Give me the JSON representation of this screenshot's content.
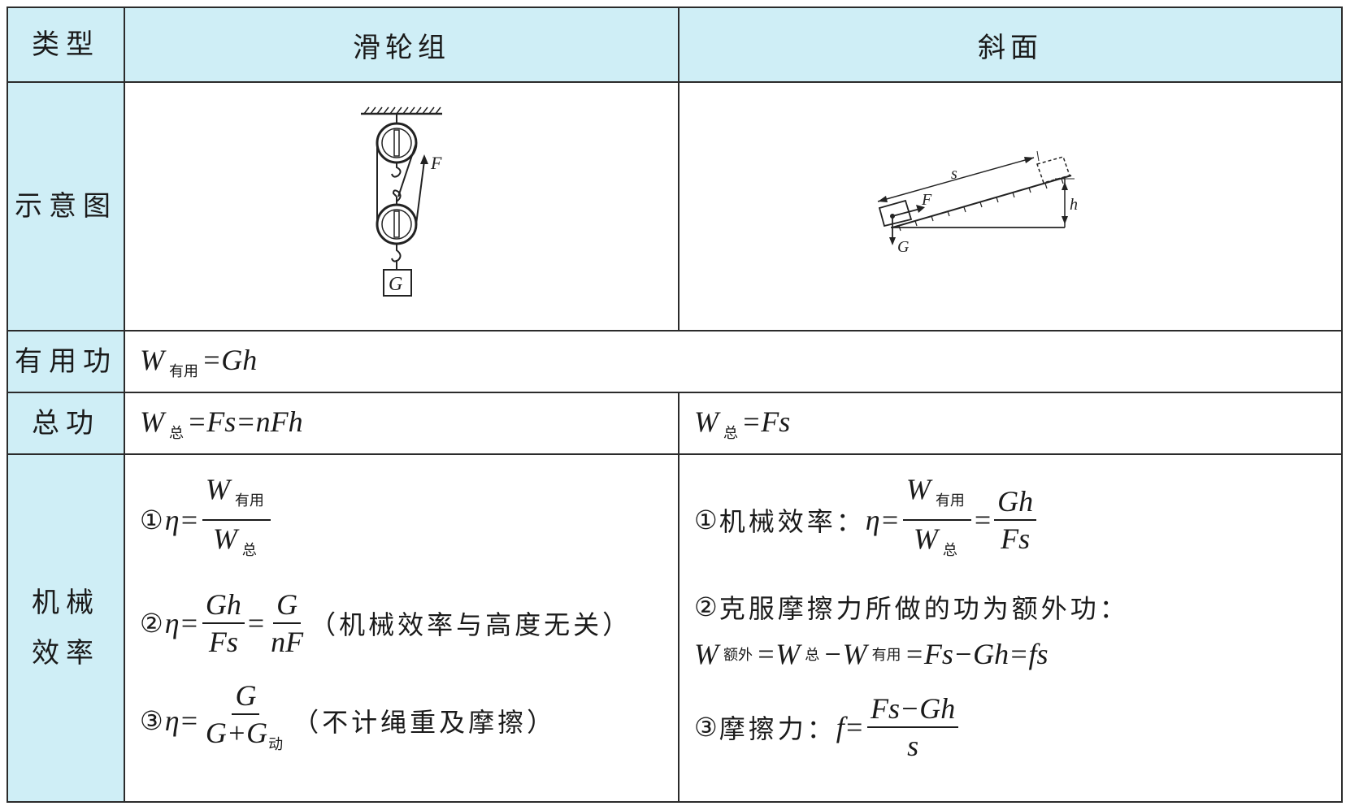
{
  "table": {
    "headers": {
      "type": "类型",
      "pulley": "滑轮组",
      "incline": "斜面"
    },
    "row_labels": {
      "diagram": "示意图",
      "useful_work": "有用功",
      "total_work": "总功",
      "efficiency_line1": "机械",
      "efficiency_line2": "效率"
    }
  },
  "diagrams": {
    "pulley": {
      "force_label": "F",
      "weight_label": "G"
    },
    "incline": {
      "s_label": "s",
      "h_label": "h",
      "force_label": "F",
      "weight_label": "G"
    }
  },
  "useful_work": {
    "W": "W",
    "sub": "有用",
    "rhs": "=Gh"
  },
  "total_work": {
    "pulley": {
      "W": "W",
      "sub": "总",
      "rhs": "=Fs=nFh"
    },
    "incline": {
      "W": "W",
      "sub": "总",
      "rhs": "=Fs"
    }
  },
  "efficiency": {
    "pulley": {
      "f1": {
        "mark": "①",
        "eta": "η=",
        "num": "W",
        "num_sub": "有用",
        "den": "W",
        "den_sub": "总"
      },
      "f2": {
        "mark": "②",
        "eta": "η=",
        "num1": "Gh",
        "den1": "Fs",
        "eq": "=",
        "num2": "G",
        "den2": "nF",
        "note": "（机械效率与高度无关）"
      },
      "f3": {
        "mark": "③",
        "eta": "η=",
        "num": "G",
        "den_main": "G+G",
        "den_sub": "动",
        "note": "（不计绳重及摩擦）"
      }
    },
    "incline": {
      "f1": {
        "mark": "①",
        "label": "机械效率：",
        "eta": "η=",
        "num": "W",
        "num_sub": "有用",
        "den": "W",
        "den_sub": "总",
        "eq": "=",
        "num2": "Gh",
        "den2": "Fs"
      },
      "f2": {
        "mark": "②",
        "text": "克服摩擦力所做的功为额外功："
      },
      "f2b": {
        "W1": "W",
        "sub1": "额外",
        "p1": "=W",
        "sub2": "总",
        "p2": "−W",
        "sub3": "有用",
        "p3": "=Fs−Gh=fs"
      },
      "f3": {
        "mark": "③",
        "label": "摩擦力：",
        "lhs": "f=",
        "num": "Fs−Gh",
        "den": "s"
      }
    }
  }
}
